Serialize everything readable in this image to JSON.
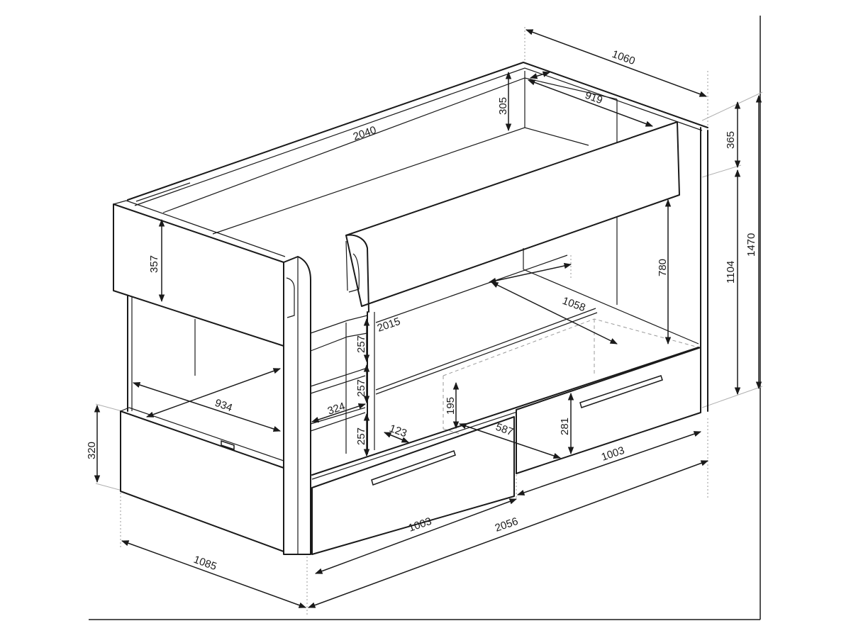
{
  "drawing": {
    "subject": "Bunk bed with storage steps and two underbed drawers — dimensional drawing",
    "units": "mm",
    "line_color": "#1a1a1a",
    "background": "#ffffff"
  },
  "dimensions": {
    "overall_depth_top": "1060",
    "top_inner_depth": "919",
    "top_guard_height": "305",
    "top_bed_length": "2040",
    "top_head_panel_height": "365",
    "top_platform_height": "1104",
    "overall_height": "1470",
    "end_panel_height": "357",
    "lower_bed_length": "2015",
    "lower_inner_depth": "1058",
    "lower_clearance_height": "780",
    "lower_inner_width": "934",
    "step_depth": "324",
    "step_height_1": "257",
    "step_height_2": "257",
    "step_height_3": "257",
    "step_offset": "123",
    "base_height": "320",
    "drawer_height_inner": "195",
    "drawer_depth": "587",
    "drawer_front_height": "281",
    "drawer_width_back": "1003",
    "drawer_width_front": "1003",
    "overall_length": "2056",
    "overall_width": "1085"
  }
}
